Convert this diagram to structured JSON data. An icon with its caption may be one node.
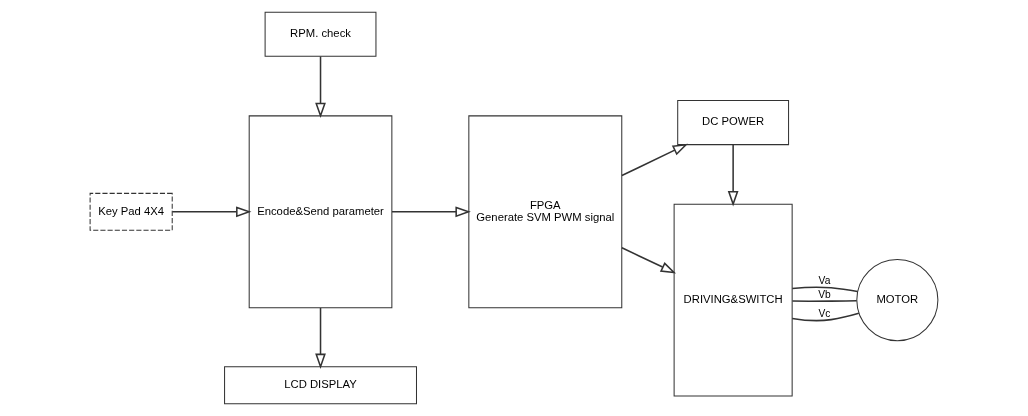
{
  "diagram": {
    "nodes": [
      {
        "text": [
          "RPM. check"
        ]
      },
      {
        "text": [
          "DC POWER"
        ]
      },
      {
        "text": [
          "Key Pad 4X4"
        ]
      },
      {
        "text": [
          "Encode&Send parameter"
        ]
      },
      {
        "text": [
          "FPGA",
          "Generate SVM PWM signal"
        ]
      },
      {
        "text": [
          "DRIVING&SWITCH"
        ]
      },
      {
        "text": [
          "MOTOR"
        ]
      },
      {
        "text": [
          "LCD DISPLAY"
        ]
      }
    ],
    "edges": [
      {
        "from": 0,
        "to": 3,
        "arrow": "to"
      },
      {
        "from": 2,
        "to": 3,
        "arrow": "to"
      },
      {
        "from": 3,
        "to": 4,
        "arrow": "to"
      },
      {
        "from": 4,
        "to": 1,
        "arrow": "to"
      },
      {
        "from": 4,
        "to": 5,
        "arrow": "to"
      },
      {
        "from": 1,
        "to": 5,
        "arrow": "to"
      },
      {
        "from": 3,
        "to": 7,
        "arrow": "to"
      },
      {
        "from": 5,
        "to": 6,
        "arrow": "none",
        "label": "Va"
      },
      {
        "from": 5,
        "to": 6,
        "arrow": "none",
        "label": "Vb"
      },
      {
        "from": 5,
        "to": 6,
        "arrow": "none",
        "label": "Vc"
      }
    ]
  }
}
